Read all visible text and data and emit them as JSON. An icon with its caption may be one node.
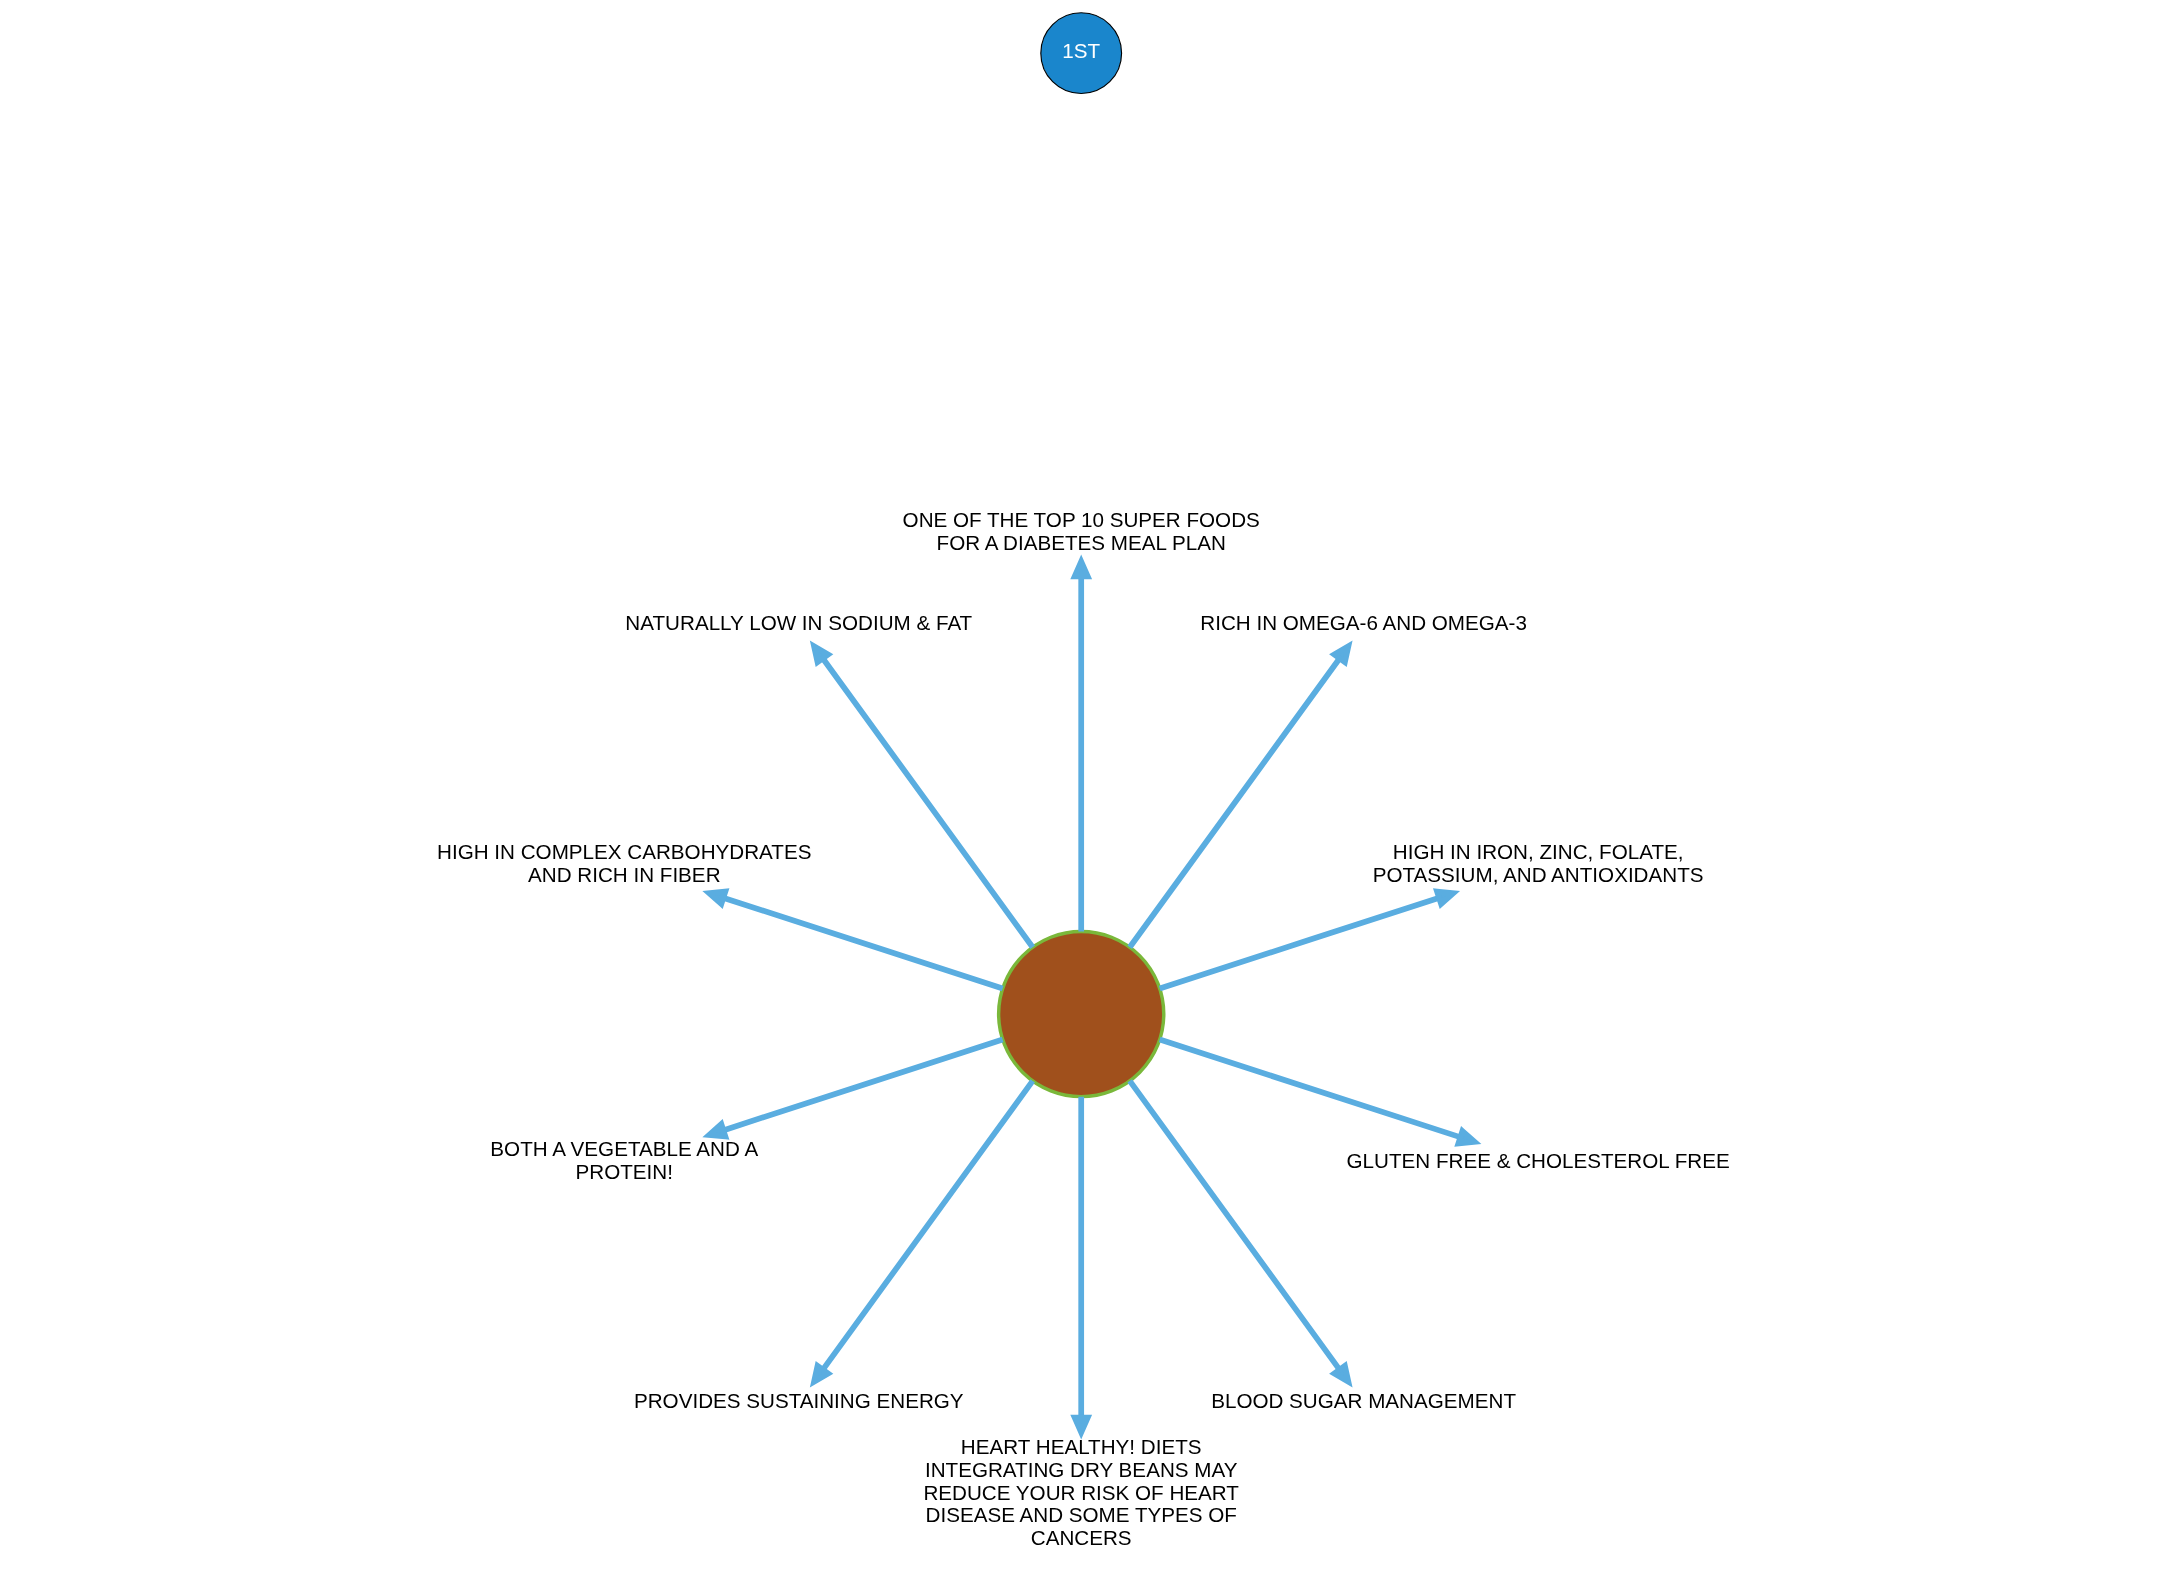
{
  "diagram": {
    "nodes": [
      {
        "text": [],
        "shape": "circle"
      },
      {
        "text": [
          "ONE OF THE TOP 10 SUPER FOODS FOR A DIABETES MEAL PLAN"
        ]
      },
      {
        "text": [
          "NATURALLY LOW IN SODIUM & FAT"
        ]
      },
      {
        "text": [
          "RICH IN OMEGA-6 AND OMEGA-3"
        ]
      },
      {
        "text": [
          "HIGH IN COMPLEX CARBOHYDRATES AND RICH IN FIBER"
        ]
      },
      {
        "text": [
          "HIGH IN IRON, ZINC, FOLATE, POTASSIUM, AND ANTIOXIDANTS"
        ]
      },
      {
        "text": [
          "BOTH A VEGETABLE AND A PROTEIN!"
        ]
      },
      {
        "text": [
          "GLUTEN FREE & CHOLESTEROL FREE"
        ]
      },
      {
        "text": [
          "PROVIDES SUSTAINING ENERGY"
        ]
      },
      {
        "text": [
          "BLOOD SUGAR MANAGEMENT"
        ]
      },
      {
        "text": [
          "HEART HEALTHY! DIETS INTEGRATING DRY BEANS MAY REDUCE YOUR RISK OF HEART DISEASE AND SOME TYPES OF CANCERS"
        ]
      }
    ],
    "edges": [
      {
        "from": 0,
        "to": 5,
        "arrow": "to"
      },
      {
        "from": 0,
        "to": 3,
        "arrow": "to"
      },
      {
        "from": 0,
        "to": 1,
        "arrow": "to"
      },
      {
        "from": 0,
        "to": 2,
        "arrow": "to"
      },
      {
        "from": 0,
        "to": 4,
        "arrow": "to"
      },
      {
        "from": 0,
        "to": 6,
        "arrow": "to"
      },
      {
        "from": 0,
        "to": 8,
        "arrow": "to"
      },
      {
        "from": 0,
        "to": 10,
        "arrow": "to"
      },
      {
        "from": 0,
        "to": 9,
        "arrow": "to"
      },
      {
        "from": 0,
        "to": 7,
        "arrow": "to"
      }
    ],
    "labels": [
      "1ST"
    ]
  }
}
